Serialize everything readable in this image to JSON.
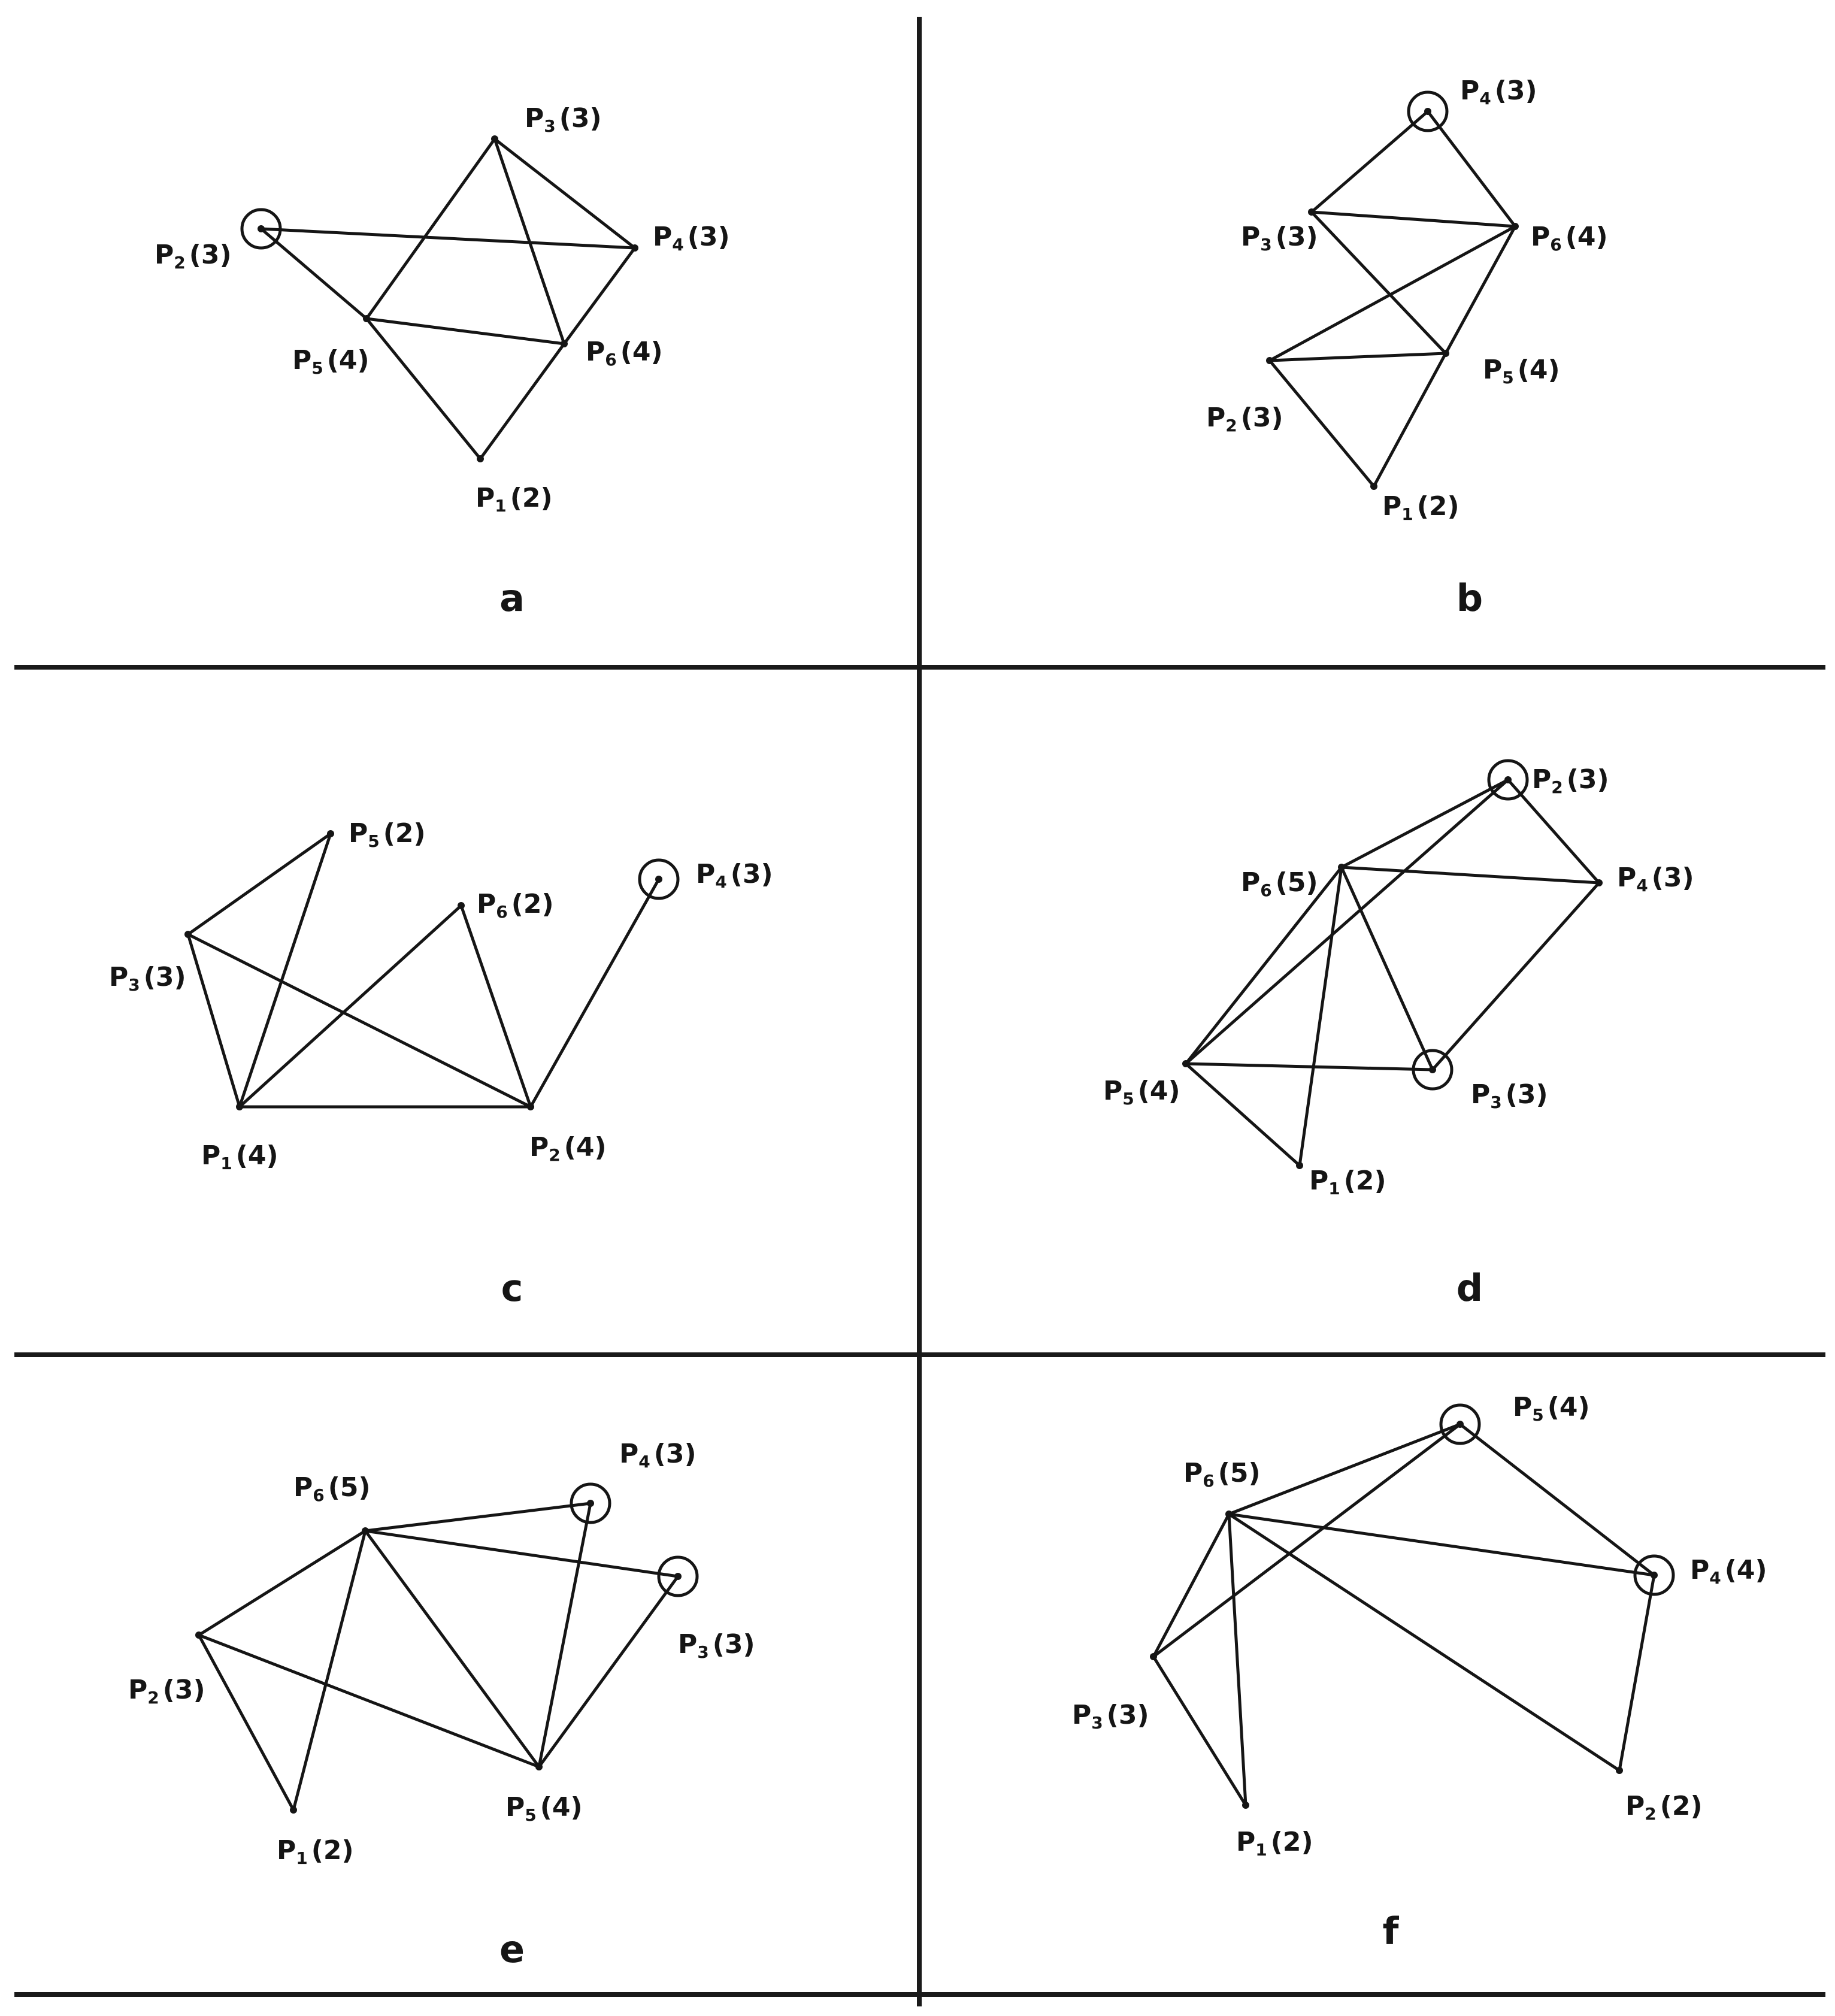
{
  "panels": [
    {
      "caption": "a",
      "nodes": [
        {
          "id": "P3",
          "label": "P",
          "sub": "3",
          "degree": "(3)",
          "circled": false
        },
        {
          "id": "P2",
          "label": "P",
          "sub": "2",
          "degree": "(3)",
          "circled": true
        },
        {
          "id": "P4",
          "label": "P",
          "sub": "4",
          "degree": "(3)",
          "circled": false
        },
        {
          "id": "P5",
          "label": "P",
          "sub": "5",
          "degree": "(4)",
          "circled": false
        },
        {
          "id": "P6",
          "label": "P",
          "sub": "6",
          "degree": "(4)",
          "circled": false
        },
        {
          "id": "P1",
          "label": "P",
          "sub": "1",
          "degree": "(2)",
          "circled": false
        }
      ],
      "edges": [
        [
          "P2",
          "P4"
        ],
        [
          "P2",
          "P5"
        ],
        [
          "P3",
          "P5"
        ],
        [
          "P3",
          "P6"
        ],
        [
          "P3",
          "P4"
        ],
        [
          "P4",
          "P6"
        ],
        [
          "P5",
          "P6"
        ],
        [
          "P5",
          "P1"
        ],
        [
          "P6",
          "P1"
        ]
      ]
    },
    {
      "caption": "b",
      "nodes": [
        {
          "id": "P4",
          "label": "P",
          "sub": "4",
          "degree": "(3)",
          "circled": true
        },
        {
          "id": "P3",
          "label": "P",
          "sub": "3",
          "degree": "(3)",
          "circled": false
        },
        {
          "id": "P6",
          "label": "P",
          "sub": "6",
          "degree": "(4)",
          "circled": false
        },
        {
          "id": "P5",
          "label": "P",
          "sub": "5",
          "degree": "(4)",
          "circled": false
        },
        {
          "id": "P2",
          "label": "P",
          "sub": "2",
          "degree": "(3)",
          "circled": false
        },
        {
          "id": "P1",
          "label": "P",
          "sub": "1",
          "degree": "(2)",
          "circled": false
        }
      ],
      "edges": [
        [
          "P4",
          "P3"
        ],
        [
          "P4",
          "P6"
        ],
        [
          "P3",
          "P6"
        ],
        [
          "P3",
          "P5"
        ],
        [
          "P6",
          "P2"
        ],
        [
          "P6",
          "P5"
        ],
        [
          "P2",
          "P5"
        ],
        [
          "P2",
          "P1"
        ],
        [
          "P5",
          "P1"
        ]
      ]
    },
    {
      "caption": "c",
      "nodes": [
        {
          "id": "P5",
          "label": "P",
          "sub": "5",
          "degree": "(2)",
          "circled": false
        },
        {
          "id": "P6",
          "label": "P",
          "sub": "6",
          "degree": "(2)",
          "circled": false
        },
        {
          "id": "P4",
          "label": "P",
          "sub": "4",
          "degree": "(3)",
          "circled": true
        },
        {
          "id": "P3",
          "label": "P",
          "sub": "3",
          "degree": "(3)",
          "circled": false
        },
        {
          "id": "P1",
          "label": "P",
          "sub": "1",
          "degree": "(4)",
          "circled": false
        },
        {
          "id": "P2",
          "label": "P",
          "sub": "2",
          "degree": "(4)",
          "circled": false
        }
      ],
      "edges": [
        [
          "P3",
          "P5"
        ],
        [
          "P3",
          "P1"
        ],
        [
          "P3",
          "P2"
        ],
        [
          "P5",
          "P1"
        ],
        [
          "P1",
          "P6"
        ],
        [
          "P1",
          "P2"
        ],
        [
          "P6",
          "P2"
        ],
        [
          "P2",
          "P4"
        ]
      ]
    },
    {
      "caption": "d",
      "nodes": [
        {
          "id": "P2",
          "label": "P",
          "sub": "2",
          "degree": "(3)",
          "circled": true
        },
        {
          "id": "P6",
          "label": "P",
          "sub": "6",
          "degree": "(5)",
          "circled": false
        },
        {
          "id": "P4",
          "label": "P",
          "sub": "4",
          "degree": "(3)",
          "circled": false
        },
        {
          "id": "P5",
          "label": "P",
          "sub": "5",
          "degree": "(4)",
          "circled": false
        },
        {
          "id": "P3",
          "label": "P",
          "sub": "3",
          "degree": "(3)",
          "circled": true
        },
        {
          "id": "P1",
          "label": "P",
          "sub": "1",
          "degree": "(2)",
          "circled": false
        }
      ],
      "edges": [
        [
          "P6",
          "P2"
        ],
        [
          "P6",
          "P4"
        ],
        [
          "P6",
          "P5"
        ],
        [
          "P6",
          "P3"
        ],
        [
          "P6",
          "P1"
        ],
        [
          "P2",
          "P4"
        ],
        [
          "P2",
          "P5"
        ],
        [
          "P4",
          "P3"
        ],
        [
          "P5",
          "P3"
        ],
        [
          "P5",
          "P1"
        ]
      ]
    },
    {
      "caption": "e",
      "nodes": [
        {
          "id": "P4",
          "label": "P",
          "sub": "4",
          "degree": "(3)",
          "circled": true
        },
        {
          "id": "P6",
          "label": "P",
          "sub": "6",
          "degree": "(5)",
          "circled": false
        },
        {
          "id": "P3",
          "label": "P",
          "sub": "3",
          "degree": "(3)",
          "circled": true
        },
        {
          "id": "P2",
          "label": "P",
          "sub": "2",
          "degree": "(3)",
          "circled": false
        },
        {
          "id": "P5",
          "label": "P",
          "sub": "5",
          "degree": "(4)",
          "circled": false
        },
        {
          "id": "P1",
          "label": "P",
          "sub": "1",
          "degree": "(2)",
          "circled": false
        }
      ],
      "edges": [
        [
          "P6",
          "P4"
        ],
        [
          "P6",
          "P3"
        ],
        [
          "P6",
          "P2"
        ],
        [
          "P6",
          "P1"
        ],
        [
          "P6",
          "P5"
        ],
        [
          "P2",
          "P5"
        ],
        [
          "P2",
          "P1"
        ],
        [
          "P4",
          "P5"
        ],
        [
          "P3",
          "P5"
        ]
      ]
    },
    {
      "caption": "f",
      "nodes": [
        {
          "id": "P5",
          "label": "P",
          "sub": "5",
          "degree": "(4)",
          "circled": true
        },
        {
          "id": "P6",
          "label": "P",
          "sub": "6",
          "degree": "(5)",
          "circled": false
        },
        {
          "id": "P4",
          "label": "P",
          "sub": "4",
          "degree": "(4)",
          "circled": true
        },
        {
          "id": "P3",
          "label": "P",
          "sub": "3",
          "degree": "(3)",
          "circled": false
        },
        {
          "id": "P1",
          "label": "P",
          "sub": "1",
          "degree": "(2)",
          "circled": false
        },
        {
          "id": "P2",
          "label": "P",
          "sub": "2",
          "degree": "(2)",
          "circled": false
        }
      ],
      "edges": [
        [
          "P6",
          "P5"
        ],
        [
          "P6",
          "P4"
        ],
        [
          "P6",
          "P3"
        ],
        [
          "P6",
          "P1"
        ],
        [
          "P6",
          "P2"
        ],
        [
          "P5",
          "P3"
        ],
        [
          "P5",
          "P4"
        ],
        [
          "P3",
          "P1"
        ],
        [
          "P4",
          "P2"
        ]
      ]
    }
  ]
}
